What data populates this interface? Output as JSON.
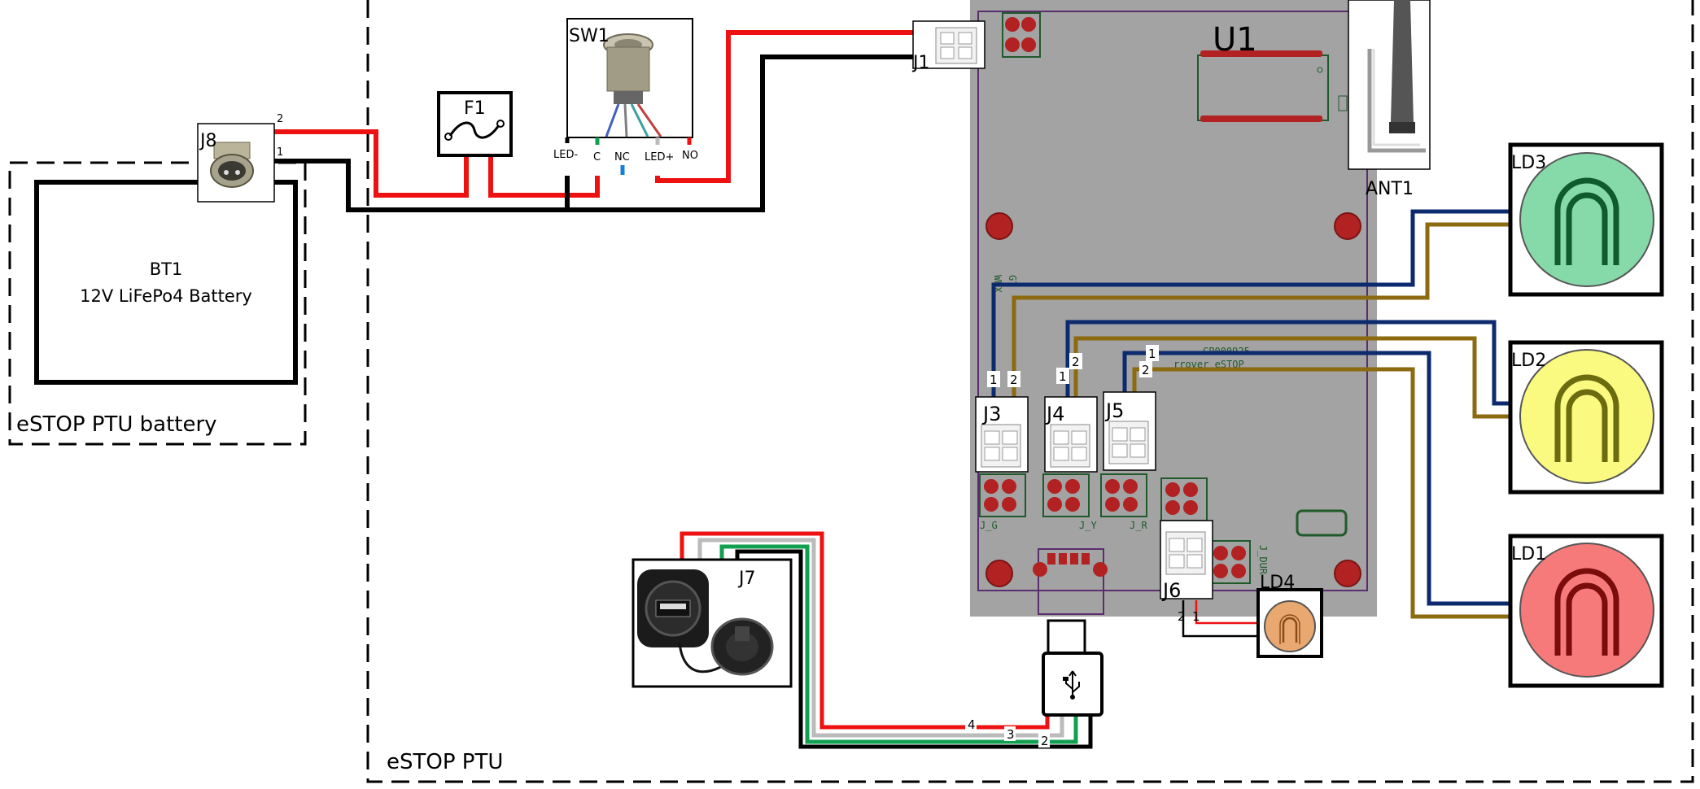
{
  "groups": {
    "battery": "eSTOP PTU battery",
    "ptu": "eSTOP PTU"
  },
  "battery": {
    "ref": "BT1",
    "desc": "12V LiFePo4 Battery"
  },
  "components": {
    "j8": "J8",
    "f1": "F1",
    "sw1": "SW1",
    "j1": "J1",
    "u1": "U1",
    "ant1": "ANT1",
    "ld1": "LD1",
    "ld2": "LD2",
    "ld3": "LD3",
    "ld4": "LD4",
    "j3": "J3",
    "j4": "J4",
    "j5": "J5",
    "j6": "J6",
    "j7": "J7"
  },
  "switch_pins": {
    "led_minus": "LED-",
    "c": "C",
    "nc": "NC",
    "led_plus": "LED+",
    "no": "NO"
  },
  "pins": {
    "j8_2": "2",
    "j8_1": "1",
    "j3_1": "1",
    "j3_2": "2",
    "j4_1": "1",
    "j4_2": "2",
    "j5_1": "1",
    "j5_2": "2",
    "j6_2": "2",
    "j6_1": "1",
    "usb_4": "4",
    "usb_3": "3",
    "usb_2": "2"
  },
  "pcb_silk": {
    "gt": "GT",
    "wrx": "WRX",
    "board_id": "CP000925",
    "board_name": "rrover eSTOP",
    "j_g": "J_G",
    "j_y": "J_Y",
    "j_r": "J_R",
    "j_dur": "J_DUR"
  },
  "colors": {
    "power": "#ee1111",
    "ground": "#000000",
    "signal_blue": "#0c2a6e",
    "signal_brown": "#8b6a10",
    "pcb": "#a3a3a3",
    "pad": "#b22222",
    "usb_green": "#12a050",
    "usb_gray": "#bbbbbb",
    "led_green": "#86d9a8",
    "led_yellow": "#fafa80",
    "led_red": "#f77a7a",
    "led_orange": "#e9a870"
  }
}
